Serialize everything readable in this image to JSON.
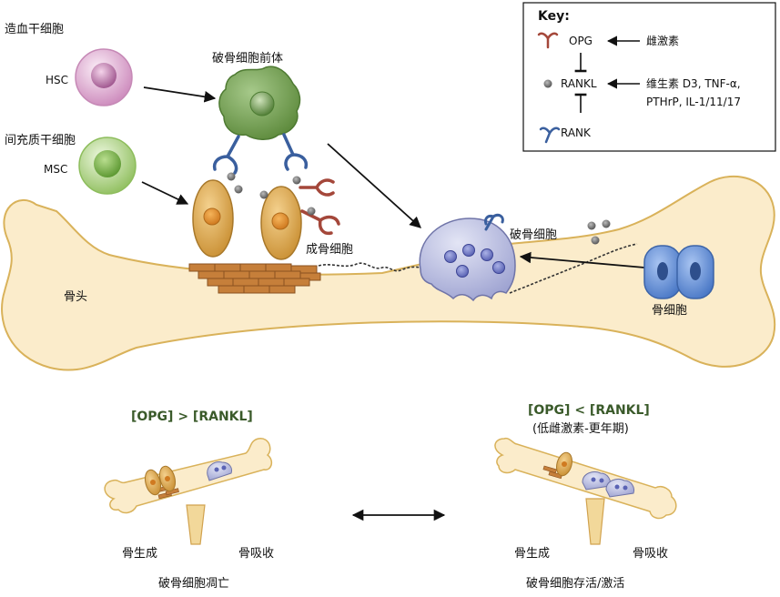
{
  "key": {
    "title": "Key:",
    "opg": "OPG",
    "rankl": "RANKL",
    "rank": "RANK",
    "opg_regulator": "雌激素",
    "rankl_regulator_line1": "维生素 D3, TNF-α,",
    "rankl_regulator_line2": "PTHrP, IL-1/11/17"
  },
  "cells": {
    "hsc_name": "造血干细胞",
    "hsc_abbr": "HSC",
    "msc_name": "间充质干细胞",
    "msc_abbr": "MSC",
    "precursor": "破骨细胞前体",
    "osteoblast": "成骨细胞",
    "osteoclast": "破骨细胞",
    "osteocyte": "骨细胞",
    "bone": "骨头"
  },
  "balance_left": {
    "condition": "[OPG] > [RANKL]",
    "left_label": "骨生成",
    "right_label": "骨吸收",
    "caption": "破骨细胞凋亡"
  },
  "balance_right": {
    "condition": "[OPG] < [RANKL]",
    "subcondition": "(低雌激素-更年期)",
    "left_label": "骨生成",
    "right_label": "骨吸收",
    "caption": "破骨细胞存活/激活"
  },
  "colors": {
    "bone_fill": "#fbeccb",
    "bone_stroke": "#d9b25a",
    "rank_blue": "#3a5f9e",
    "opg_red": "#a4473a",
    "precursor_green": "#6e9a4a",
    "hsc_pink": "#d8a6cc",
    "msc_green": "#a9cf7d",
    "osteoblast_orange": "#d9a548",
    "osteoclast_lilac": "#b3b7da",
    "osteocyte_blue": "#5b87cf"
  }
}
